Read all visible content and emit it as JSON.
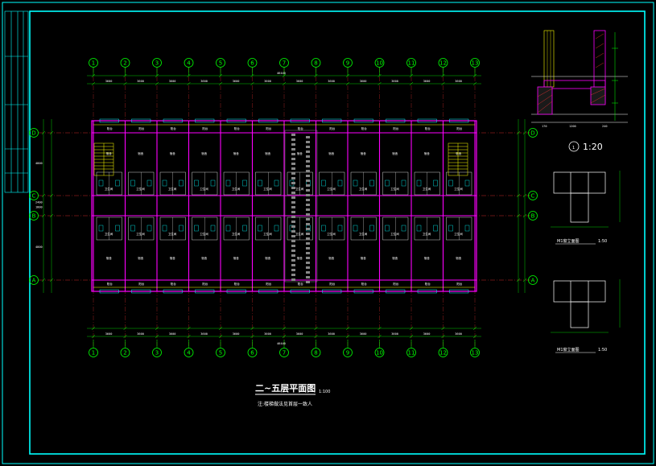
{
  "drawing": {
    "title": "二~五层平面图",
    "scale": "1:100",
    "note": "注:楼梯做法见首层一致人",
    "grid_x": [
      "1",
      "2",
      "3",
      "4",
      "5",
      "6",
      "7",
      "8",
      "9",
      "10",
      "11",
      "12",
      "13"
    ],
    "grid_y": [
      "D",
      "C",
      "B",
      "A"
    ],
    "total_dim": "46440",
    "bay_dims": [
      "3600",
      "3600",
      "3600",
      "3600",
      "3600",
      "3600",
      "3600",
      "3600",
      "3600",
      "3600",
      "3600",
      "3600"
    ],
    "side_dims": [
      "4800",
      "2400",
      "1800",
      "4800"
    ],
    "room_labels": [
      "宿舍",
      "卫生间",
      "阳台"
    ]
  },
  "detail": {
    "label": "1",
    "scale": "1:20",
    "dims": [
      "170",
      "1200",
      "240"
    ]
  },
  "elevations": [
    {
      "caption": "M1窗立面图",
      "scale": "1:50"
    },
    {
      "caption": "M1窗立面图",
      "scale": "1:50"
    }
  ],
  "colors": {
    "frame": "#00ffff",
    "wall": "#ff00ff",
    "axis": "#00ff00",
    "dim": "#ffffff",
    "hatch": "#ff3333",
    "accent": "#ffff00"
  }
}
